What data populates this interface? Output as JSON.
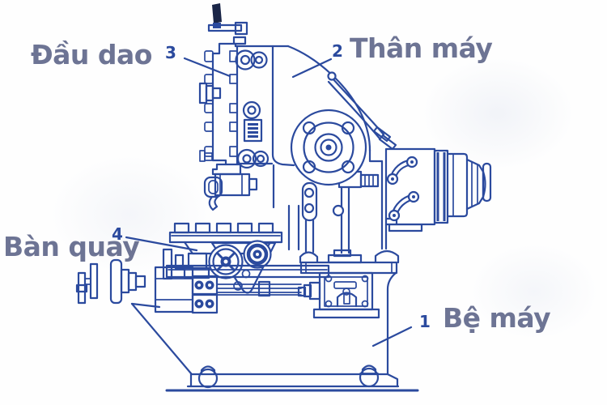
{
  "drawing": {
    "subject": "slotting-machine-diagram",
    "ink_color": "#2b4a9e",
    "label_color": "#6d7494",
    "background": "#ffffff"
  },
  "callouts": {
    "tool_head": {
      "label": "Đầu dao",
      "number": "3"
    },
    "machine_body": {
      "label": "Thân máy",
      "number": "2"
    },
    "rotary_table": {
      "label": "Bàn quay",
      "number": "4"
    },
    "machine_base": {
      "label": "Bệ máy",
      "number": "1"
    }
  }
}
